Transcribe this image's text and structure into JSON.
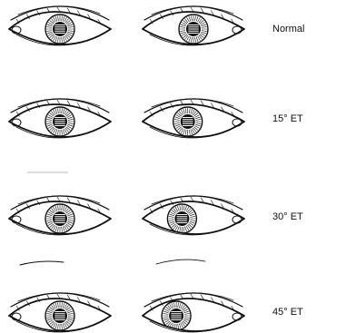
{
  "rows": [
    {
      "label": "Normal",
      "deviation_degrees": 0
    },
    {
      "label": "15° ET",
      "deviation_degrees": 15
    },
    {
      "label": "30° ET",
      "deviation_degrees": 30
    },
    {
      "label": "45° ET",
      "deviation_degrees": 45
    }
  ]
}
